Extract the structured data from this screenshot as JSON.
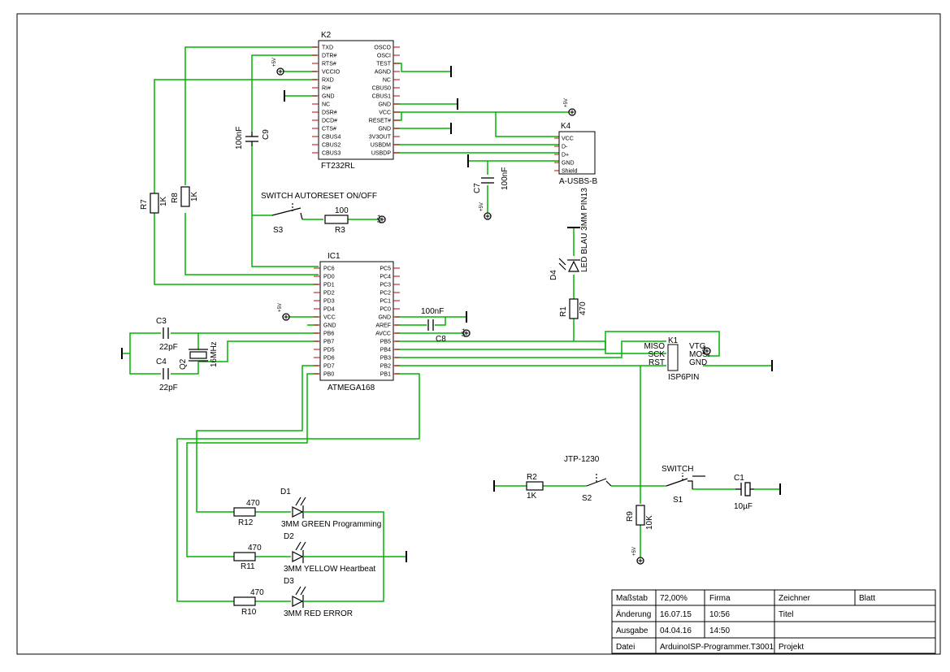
{
  "components": {
    "k2": {
      "ref": "K2",
      "name": "FT232RL",
      "left_pins": [
        "TXD",
        "DTR#",
        "RTS#",
        "VCCIO",
        "RXD",
        "RI#",
        "GND",
        "NC",
        "DSR#",
        "DCD#",
        "CTS#",
        "CBUS4",
        "CBUS2",
        "CBUS3"
      ],
      "right_pins": [
        "OSCO",
        "OSCI",
        "TEST",
        "AGND",
        "NC",
        "CBUS0",
        "CBUS1",
        "GND",
        "VCC",
        "RESET#",
        "GND",
        "3V3OUT",
        "USBDM",
        "USBDP"
      ]
    },
    "k4": {
      "ref": "K4",
      "name": "A-USBS-B",
      "pins": [
        "VCC",
        "D-",
        "D+",
        "GND",
        "Shield"
      ]
    },
    "ic1": {
      "ref": "IC1",
      "name": "ATMEGA168",
      "left_pins": [
        "PC6",
        "PD0",
        "PD1",
        "PD2",
        "PD3",
        "PD4",
        "VCC",
        "GND",
        "PB6",
        "PB7",
        "PD5",
        "PD6",
        "PD7",
        "PB0"
      ],
      "right_pins": [
        "PC5",
        "PC4",
        "PC3",
        "PC2",
        "PC1",
        "PC0",
        "GND",
        "AREF",
        "AVCC",
        "PB5",
        "PB4",
        "PB3",
        "PB2",
        "PB1"
      ]
    },
    "k1": {
      "ref": "K1",
      "name": "ISP6PIN",
      "left_pins": [
        "MISO",
        "SCK",
        "RST"
      ],
      "right_pins": [
        "VTG",
        "MOSI",
        "GND"
      ]
    },
    "c9": {
      "ref": "C9",
      "value": "100nF"
    },
    "c7": {
      "ref": "C7",
      "value": "100nF"
    },
    "c8": {
      "ref": "C8",
      "value": "100nF"
    },
    "c3": {
      "ref": "C3",
      "value": "22pF"
    },
    "c4": {
      "ref": "C4",
      "value": "22pF"
    },
    "q2": {
      "ref": "Q2",
      "value": "16MHz"
    },
    "r7": {
      "ref": "R7",
      "value": "1K"
    },
    "r8": {
      "ref": "R8",
      "value": "1K"
    },
    "r3": {
      "ref": "R3",
      "value": "100"
    },
    "s3": {
      "ref": "S3",
      "value": "SWITCH AUTORESET ON/OFF"
    },
    "r1": {
      "ref": "R1",
      "value": "470"
    },
    "d4": {
      "ref": "D4",
      "value": "LED BLAU 3MM PIN13"
    },
    "r2": {
      "ref": "R2",
      "value": "1K"
    },
    "s2": {
      "ref": "S2",
      "value": "JTP-1230"
    },
    "s1": {
      "ref": "S1",
      "value": "SWITCH"
    },
    "c1": {
      "ref": "C1",
      "value": "10µF"
    },
    "r9": {
      "ref": "R9",
      "value": "10K"
    },
    "r12": {
      "ref": "R12",
      "value": "470"
    },
    "r11": {
      "ref": "R11",
      "value": "470"
    },
    "r10": {
      "ref": "R10",
      "value": "470"
    },
    "d1": {
      "ref": "D1",
      "value": "3MM GREEN Programming"
    },
    "d2": {
      "ref": "D2",
      "value": "3MM YELLOW Heartbeat"
    },
    "d3": {
      "ref": "D3",
      "value": "3MM RED ERROR"
    }
  },
  "power_label": "+5V",
  "title_block": {
    "massstab_label": "Maßstab",
    "massstab_value": "72,00%",
    "firma_label": "Firma",
    "zeichner_label": "Zeichner",
    "blatt_label": "Blatt",
    "aenderung_label": "Änderung",
    "aenderung_date": "16.07.15",
    "aenderung_time": "10:56",
    "titel_label": "Titel",
    "ausgabe_label": "Ausgabe",
    "ausgabe_date": "04.04.16",
    "ausgabe_time": "14:50",
    "datei_label": "Datei",
    "datei_value": "ArduinoISP-Programmer.T3001",
    "projekt_label": "Projekt"
  },
  "colors": {
    "wire": "#00b400",
    "symbol": "#000000",
    "pin_stub": "#c00000",
    "background": "#ffffff"
  }
}
